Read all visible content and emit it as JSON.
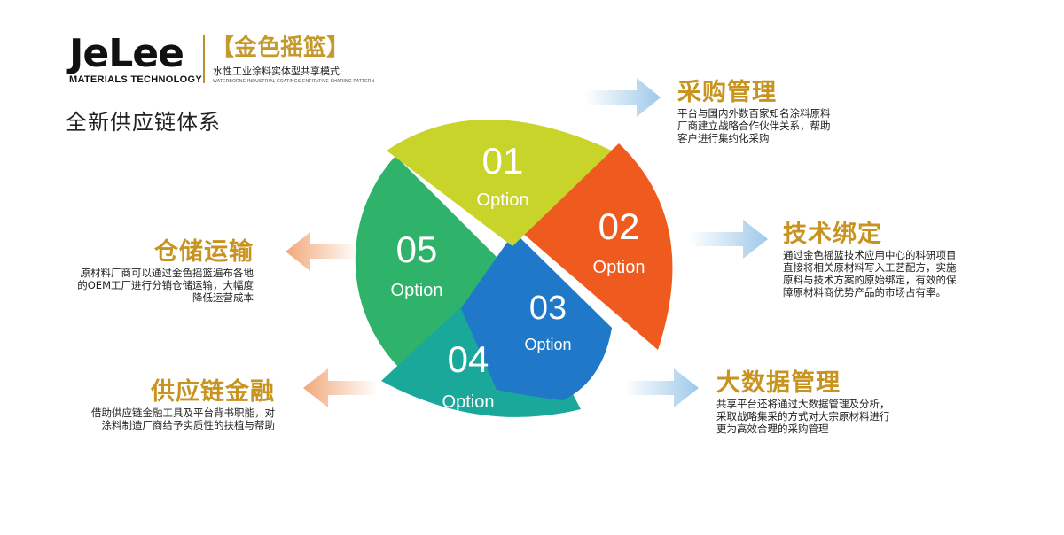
{
  "logo": {
    "wordmark": "JeLee",
    "sub": "MATERIALS TECHNOLOGY",
    "brand_cn": "【金色摇篮】",
    "brand_cn_sub": "水性工业涂料实体型共享模式",
    "brand_en_sub": "WATERBORNE INDUSTRIAL COATINGS ENTITATIVE SHARING PATTERN"
  },
  "system_title": "全新供应链体系",
  "segments": [
    {
      "number": "01",
      "label": "Option",
      "color": "#c9d42b"
    },
    {
      "number": "02",
      "label": "Option",
      "color": "#ef5a1e"
    },
    {
      "number": "03",
      "label": "Option",
      "color": "#1f78c8"
    },
    {
      "number": "04",
      "label": "Option",
      "color": "#19a89a"
    },
    {
      "number": "05",
      "label": "Option",
      "color": "#2fb36a"
    }
  ],
  "items": {
    "procurement": {
      "title": "采购管理",
      "desc": [
        "平台与国内外数百家知名涂料原料",
        "厂商建立战略合作伙伴关系，帮助",
        "客户进行集约化采购"
      ]
    },
    "tech_binding": {
      "title": "技术绑定",
      "desc": [
        "通过金色摇篮技术应用中心的科研项目",
        "直接将相关原材料写入工艺配方，实施",
        "原料与技术方案的原始绑定，有效的保",
        "障原材料商优势产品的市场占有率。"
      ]
    },
    "big_data": {
      "title": "大数据管理",
      "desc": [
        "共享平台还将通过大数据管理及分析，",
        "采取战略集采的方式对大宗原材料进行",
        "更为高效合理的采购管理"
      ]
    },
    "warehouse": {
      "title": "仓储运输",
      "desc": [
        "原材料厂商可以通过金色摇篮遍布各地",
        "的OEM工厂进行分销仓储运输，大幅度",
        "降低运营成本"
      ]
    },
    "finance": {
      "title": "供应链金融",
      "desc": [
        "借助供应链金融工具及平台背书职能，对",
        "涂料制造厂商给予实质性的扶植与帮助"
      ]
    }
  },
  "colors": {
    "accent_gold": "#c8931f",
    "arrow_right": "#a8d0ec",
    "arrow_left": "#f4b48a"
  }
}
